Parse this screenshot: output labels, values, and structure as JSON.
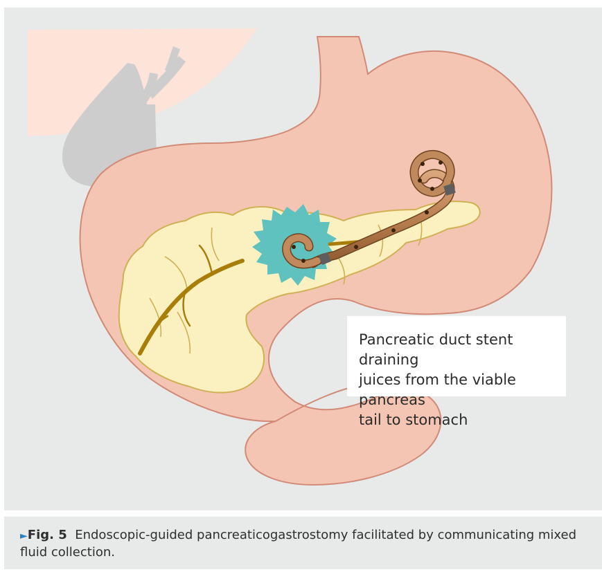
{
  "callout": {
    "lines": [
      "Pancreatic duct stent draining",
      "juices from the viable pancreas",
      "tail to stomach"
    ]
  },
  "caption": {
    "marker": "►",
    "label": "Fig. 5",
    "text": "Endoscopic-guided pancreaticogastrostomy facilitated by communicating mixed fluid collection."
  },
  "colors": {
    "panel_background": "#e8e9e9",
    "liver": "#fde3d8",
    "gallbladder": "#cdcdcd",
    "stomach": "#f3c5b2",
    "stomach_outline": "#d28a76",
    "pancreas": "#fbf0c0",
    "pancreas_outline": "#cfb052",
    "duct": "#a87d08",
    "fluid_collection": "#5fc2bf",
    "stent": "#c08a5c",
    "stent_outline": "#6e4320",
    "stent_band": "#5e5e5e",
    "caption_marker": "#2a7fc6"
  }
}
